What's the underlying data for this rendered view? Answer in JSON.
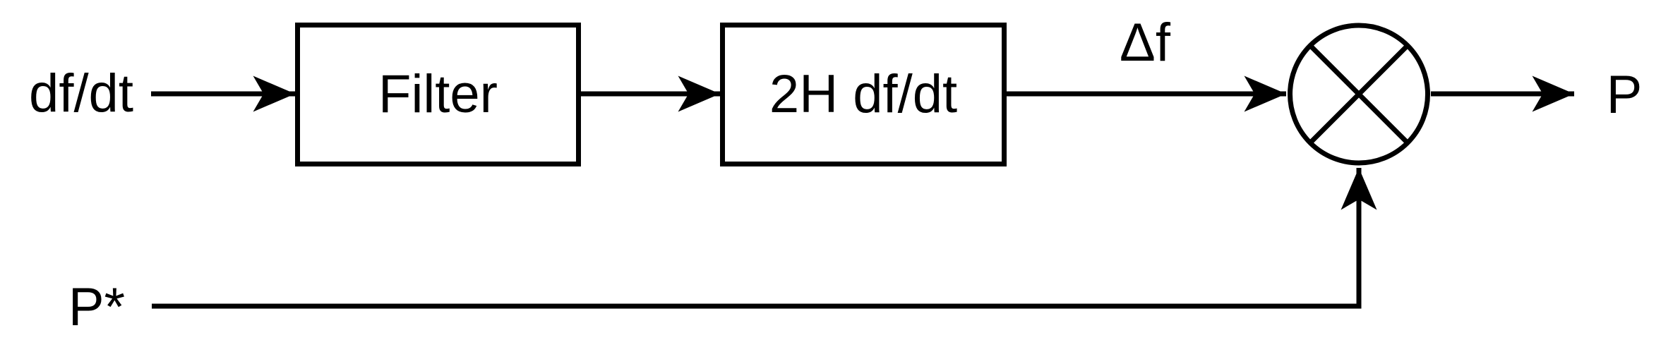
{
  "diagram": {
    "labels": {
      "input": "df/dt",
      "delta_f": "Δf",
      "output": "P",
      "reference": "P*"
    },
    "blocks": [
      {
        "id": "filter",
        "label": "Filter"
      },
      {
        "id": "gain",
        "label": "2H df/dt"
      }
    ],
    "junction": {
      "type": "multiplier",
      "symbol": "circle-with-cross"
    },
    "edges": [
      {
        "from": "df/dt",
        "to": "Filter"
      },
      {
        "from": "Filter",
        "to": "2H df/dt"
      },
      {
        "from": "2H df/dt",
        "to": "multiplier",
        "label": "Δf"
      },
      {
        "from": "multiplier",
        "to": "P"
      },
      {
        "from": "P*",
        "to": "multiplier"
      }
    ],
    "colors": {
      "stroke": "#000000",
      "background": "#ffffff"
    }
  }
}
